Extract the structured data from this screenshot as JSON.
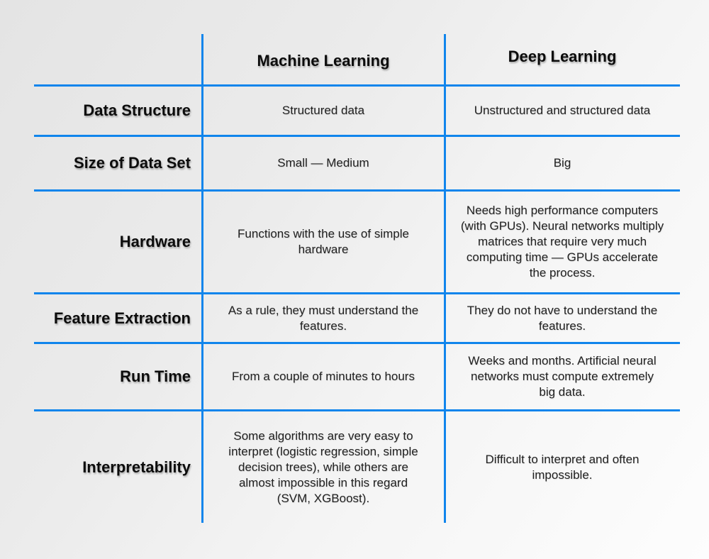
{
  "colors": {
    "line_blue": "#1085EC",
    "text_dark": "#0c0c0c",
    "body_text": "#212121"
  },
  "table": {
    "header": {
      "ml": "Machine Learning",
      "dl": "Deep Learning"
    },
    "rows": [
      {
        "label": "Data Structure",
        "ml": "Structured data",
        "dl": "Unstructured and structured data"
      },
      {
        "label": "Size of Data Set",
        "ml": "Small — Medium",
        "dl": "Big"
      },
      {
        "label": "Hardware",
        "ml": "Functions with the use of simple\nhardware",
        "dl": "Needs high performance computers\n(with GPUs). Neural networks multiply\nmatrices that require very much\ncomputing time — GPUs accelerate\nthe process."
      },
      {
        "label": "Feature Extraction",
        "ml": "As a rule, they must understand the\nfeatures.",
        "dl": "They do not have to understand the\nfeatures."
      },
      {
        "label": "Run Time",
        "ml": "From a couple of minutes to hours",
        "dl": "Weeks and months. Artificial neural\nnetworks must compute extremely\nbig data."
      },
      {
        "label": "Interpretability",
        "ml": "Some algorithms are very easy to\ninterpret (logistic regression, simple\ndecision trees), while others are\nalmost impossible in this regard\n(SVM, XGBoost).",
        "dl": "Difficult to interpret and often\nimpossible."
      }
    ]
  }
}
